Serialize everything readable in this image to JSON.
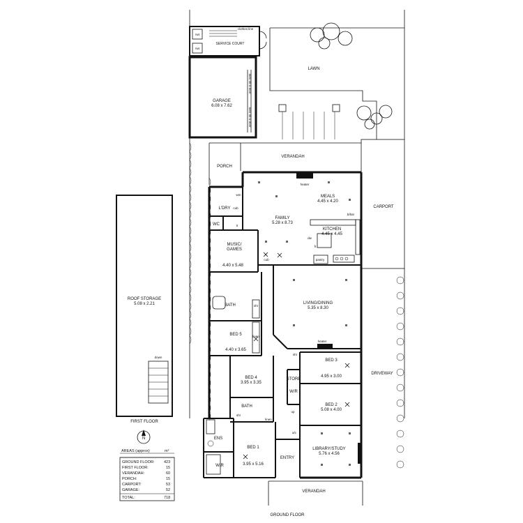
{
  "rooms": {
    "service_court": {
      "name": "SERVICE COURT",
      "tag1": "rwt",
      "tag2": "rwt",
      "clothes": "clothes line"
    },
    "lawn": {
      "name": "LAWN"
    },
    "garage": {
      "name": "GARAGE",
      "dims": "6.08 x 7.62",
      "door": "auto tilt-a-door"
    },
    "verandah_top": {
      "name": "VERANDAH"
    },
    "porch": {
      "name": "PORCH"
    },
    "carport": {
      "name": "CARPORT"
    },
    "meals": {
      "name": "MEALS",
      "dims": "4.45 x 4.20"
    },
    "family": {
      "name": "FAMILY",
      "dims": "5.28 x 8.73"
    },
    "kitchen": {
      "name": "KITCHEN",
      "dims": "4.45 x 4.45"
    },
    "ldry": {
      "name": "L'DRY"
    },
    "wc": {
      "name": "WC"
    },
    "music": {
      "name": "MUSIC/ GAMES",
      "line1": "MUSIC/",
      "line2": "GAMES",
      "dims": "4.40 x 5.48"
    },
    "roof_storage": {
      "name": "ROOF STORAGE",
      "dims": "5.08 x 2.21"
    },
    "living": {
      "name": "LIVING/DINING",
      "dims": "5.35 x 8.30"
    },
    "bath_upper": {
      "name": "BATH"
    },
    "bed5": {
      "name": "BED 5",
      "dims": "4.40 x 3.65"
    },
    "bed3": {
      "name": "BED 3",
      "dims": "4.95 x 3.00"
    },
    "bed4": {
      "name": "BED 4",
      "dims": "3.95 x 3.35"
    },
    "store": {
      "name": "STORE"
    },
    "wr_mid": {
      "name": "W/R"
    },
    "bed2": {
      "name": "BED 2",
      "dims": "5.08 x 4.00"
    },
    "bath_lower": {
      "name": "BATH"
    },
    "bed1": {
      "name": "BED 1",
      "dims": "3.95 x 5.16"
    },
    "ens": {
      "name": "ENS"
    },
    "wr_low": {
      "name": "W/R"
    },
    "entry": {
      "name": "ENTRY"
    },
    "library": {
      "name": "LIBRARY/STUDY",
      "dims": "5.76 x 4.56"
    },
    "verandah_bottom": {
      "name": "VERANDAH"
    },
    "driveway": {
      "name": "DRIVEWAY"
    }
  },
  "fixtures": {
    "heater": "heater",
    "heater2": "heater",
    "bbar": "b/bar",
    "dw": "dw",
    "fr": "fr",
    "pantry": "pantry",
    "cub": "cub",
    "wm": "wm",
    "trough": "tr",
    "shr": "shr",
    "linen": "linen",
    "ac": "a/c",
    "down": "down",
    "up": "up",
    "compass": "N"
  },
  "captions": {
    "first_floor": "FIRST FLOOR",
    "ground_floor": "GROUND FLOOR"
  },
  "areas_table": {
    "header": "AREAS (approx)",
    "unit": "m²",
    "rows": [
      {
        "label": "GROUND FLOOR:",
        "value": "423"
      },
      {
        "label": "FIRST FLOOR:",
        "value": "15"
      },
      {
        "label": "VERANDAH:",
        "value": "60"
      },
      {
        "label": "PORCH:",
        "value": "15"
      },
      {
        "label": "CARPORT:",
        "value": "53"
      },
      {
        "label": "GARAGE:",
        "value": "52"
      },
      {
        "label": "TOTAL:",
        "value": "718"
      }
    ]
  }
}
